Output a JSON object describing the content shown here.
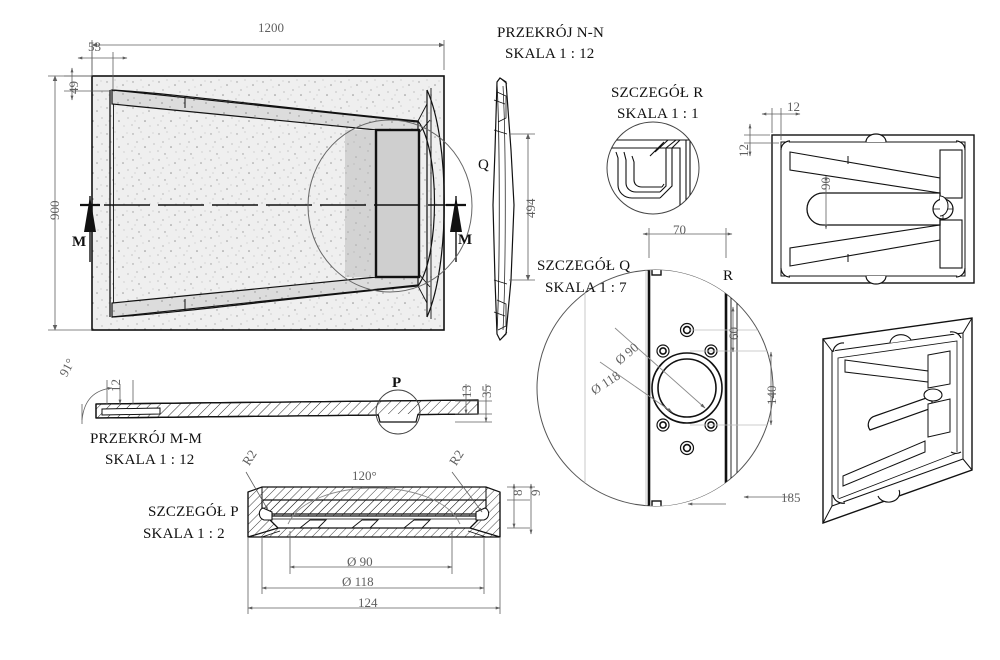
{
  "drawing": {
    "title": "Technical drawing - shower tray with drain",
    "units": "mm",
    "background": "#ffffff",
    "line_color": "#111111",
    "dim_color": "#5f5f5f"
  },
  "views": {
    "plan": {
      "name": "main-plan-view",
      "dimensions": {
        "width": "1200",
        "height": "900",
        "inset_left": "53",
        "inset_top": "49"
      },
      "section_marks": [
        {
          "id": "M-left",
          "label": "M"
        },
        {
          "id": "M-right",
          "label": "M"
        }
      ],
      "detail_marks": [
        {
          "id": "Q",
          "label": "Q"
        }
      ]
    },
    "section_nn": {
      "title_line1": "PRZEKRÓJ N-N",
      "title_line2": "SKALA 1 : 12",
      "dimensions": {
        "height": "494"
      }
    },
    "detail_r": {
      "title_line1": "SZCZEGÓŁ R",
      "title_line2": "SKALA 1 : 1"
    },
    "detail_q": {
      "title_line1": "SZCZEGÓŁ Q",
      "title_line2": "SKALA 1 : 7",
      "dimensions": {
        "plate_width": "70",
        "hole_small": "Ø 90",
        "hole_large": "Ø 118",
        "offset_60": "60",
        "span_140": "140",
        "edge_185": "185"
      },
      "detail_marks": [
        {
          "id": "R",
          "label": "R"
        }
      ]
    },
    "section_mm": {
      "title_line1": "PRZEKRÓJ M-M",
      "title_line2": "SKALA 1 : 12",
      "dimensions": {
        "angle": "91°",
        "thickness": "12",
        "height_13": "13",
        "height_35": "35"
      },
      "detail_marks": [
        {
          "id": "P",
          "label": "P"
        }
      ]
    },
    "detail_p": {
      "title_line1": "SZCZEGÓŁ P",
      "title_line2": "SKALA 1 : 2",
      "dimensions": {
        "radius_left": "R2",
        "radius_right": "R2",
        "angle": "120°",
        "dia_90": "Ø 90",
        "dia_118": "Ø 118",
        "width_124": "124",
        "h_8": "8",
        "h_9": "9"
      }
    },
    "bottom_view": {
      "name": "bottom-plan-view",
      "dimensions": {
        "edge_12_h": "12",
        "edge_12_v": "12",
        "slot_90": "90"
      }
    },
    "isometric": {
      "name": "isometric-underside-view",
      "dimensions": {
        "edge_185": "185"
      }
    }
  }
}
